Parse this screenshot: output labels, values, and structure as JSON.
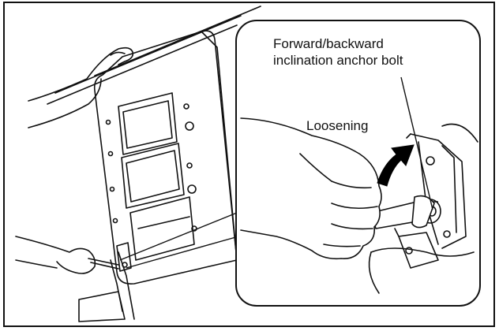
{
  "callout": {
    "bolt_line1": "Forward/backward",
    "bolt_line2": "inclination anchor bolt",
    "loosening": "Loosening"
  },
  "colors": {
    "line": "#111111",
    "background": "#ffffff",
    "arrow": "#000000"
  }
}
